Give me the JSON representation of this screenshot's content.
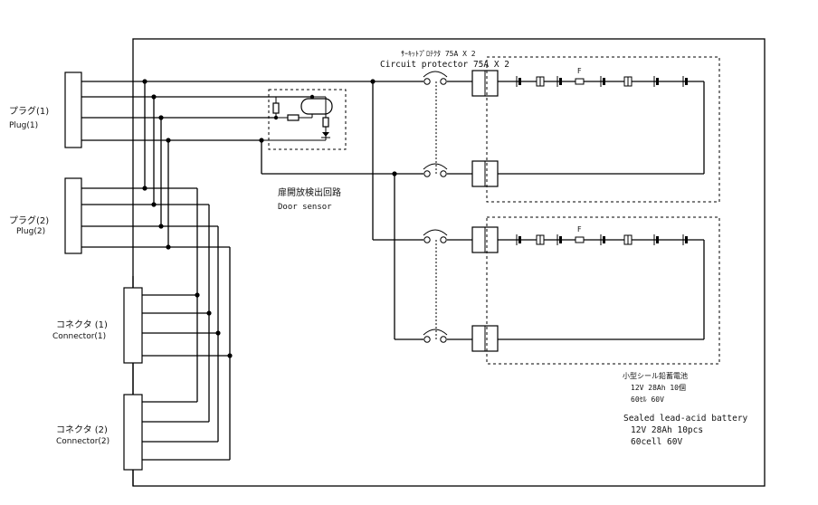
{
  "labels": {
    "plug1_jp": "プラグ(1)",
    "plug1_en": "Plug(1)",
    "plug2_jp": "プラグ(2)",
    "plug2_en": "Plug(2)",
    "conn1_jp": "コネクタ (1)",
    "conn1_en": "Connector(1)",
    "conn2_jp": "コネクタ (2)",
    "conn2_en": "Connector(2)",
    "door_jp": "扉開放検出回路",
    "door_en": "Door sensor",
    "cp_jp": "ｻｰｷｯﾄﾌﾟﾛﾃｸﾀ 75A X 2",
    "cp_en": "Circuit protector 75A X 2",
    "fuse_top": "F",
    "fuse_bottom": "F",
    "batt_jp1": "小型シール鉛蓄電池",
    "batt_jp2": "12V  28Ah  10個",
    "batt_jp3": "60ｾﾙ  60V",
    "batt_en1": "Sealed lead-acid battery",
    "batt_en2": "12V 28Ah 10pcs",
    "batt_en3": "60cell 60V"
  }
}
